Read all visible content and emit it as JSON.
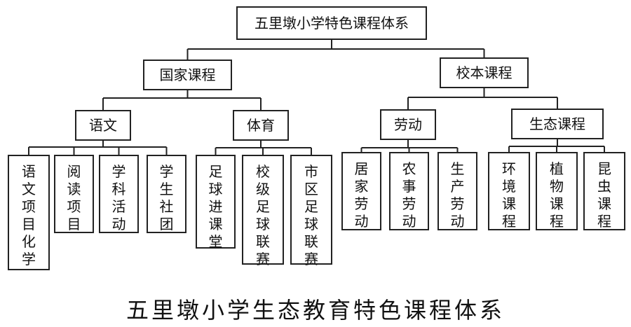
{
  "nodes": [
    {
      "id": "root",
      "label": "五里墩小学特色课程体系",
      "vertical": false
    },
    {
      "id": "national",
      "label": "国家课程",
      "vertical": false
    },
    {
      "id": "school",
      "label": "校本课程",
      "vertical": false
    },
    {
      "id": "chinese",
      "label": "语文",
      "vertical": false
    },
    {
      "id": "pe",
      "label": "体育",
      "vertical": false
    },
    {
      "id": "labor",
      "label": "劳动",
      "vertical": false
    },
    {
      "id": "eco",
      "label": "生态课程",
      "vertical": false
    },
    {
      "id": "chinese-chem",
      "label": "语文项目化学",
      "vertical": true
    },
    {
      "id": "reading",
      "label": "阅读项目",
      "vertical": true
    },
    {
      "id": "subject",
      "label": "学科活动",
      "vertical": true
    },
    {
      "id": "club",
      "label": "学生社团",
      "vertical": true
    },
    {
      "id": "football-class",
      "label": "足球进课堂",
      "vertical": true
    },
    {
      "id": "school-league",
      "label": "校级足球联赛",
      "vertical": true
    },
    {
      "id": "city-league",
      "label": "市区足球联赛",
      "vertical": true
    },
    {
      "id": "home-labor",
      "label": "居家劳动",
      "vertical": true
    },
    {
      "id": "farm-labor",
      "label": "农事劳动",
      "vertical": true
    },
    {
      "id": "prod-labor",
      "label": "生产劳动",
      "vertical": true
    },
    {
      "id": "env",
      "label": "环境课程",
      "vertical": true
    },
    {
      "id": "plant",
      "label": "植物课程",
      "vertical": true
    },
    {
      "id": "insect",
      "label": "昆虫课程",
      "vertical": true
    }
  ],
  "edges": [
    {
      "from": "root",
      "to": "national"
    },
    {
      "from": "root",
      "to": "school"
    },
    {
      "from": "national",
      "to": "chinese"
    },
    {
      "from": "national",
      "to": "pe"
    },
    {
      "from": "school",
      "to": "labor"
    },
    {
      "from": "school",
      "to": "eco"
    },
    {
      "from": "chinese",
      "to": "chinese-chem"
    },
    {
      "from": "chinese",
      "to": "reading"
    },
    {
      "from": "chinese",
      "to": "subject"
    },
    {
      "from": "chinese",
      "to": "club"
    },
    {
      "from": "pe",
      "to": "football-class"
    },
    {
      "from": "pe",
      "to": "school-league"
    },
    {
      "from": "pe",
      "to": "city-league"
    },
    {
      "from": "labor",
      "to": "home-labor"
    },
    {
      "from": "labor",
      "to": "farm-labor"
    },
    {
      "from": "labor",
      "to": "prod-labor"
    },
    {
      "from": "eco",
      "to": "env"
    },
    {
      "from": "eco",
      "to": "plant"
    },
    {
      "from": "eco",
      "to": "insect"
    }
  ],
  "caption": "五里墩小学生态教育特色课程体系"
}
